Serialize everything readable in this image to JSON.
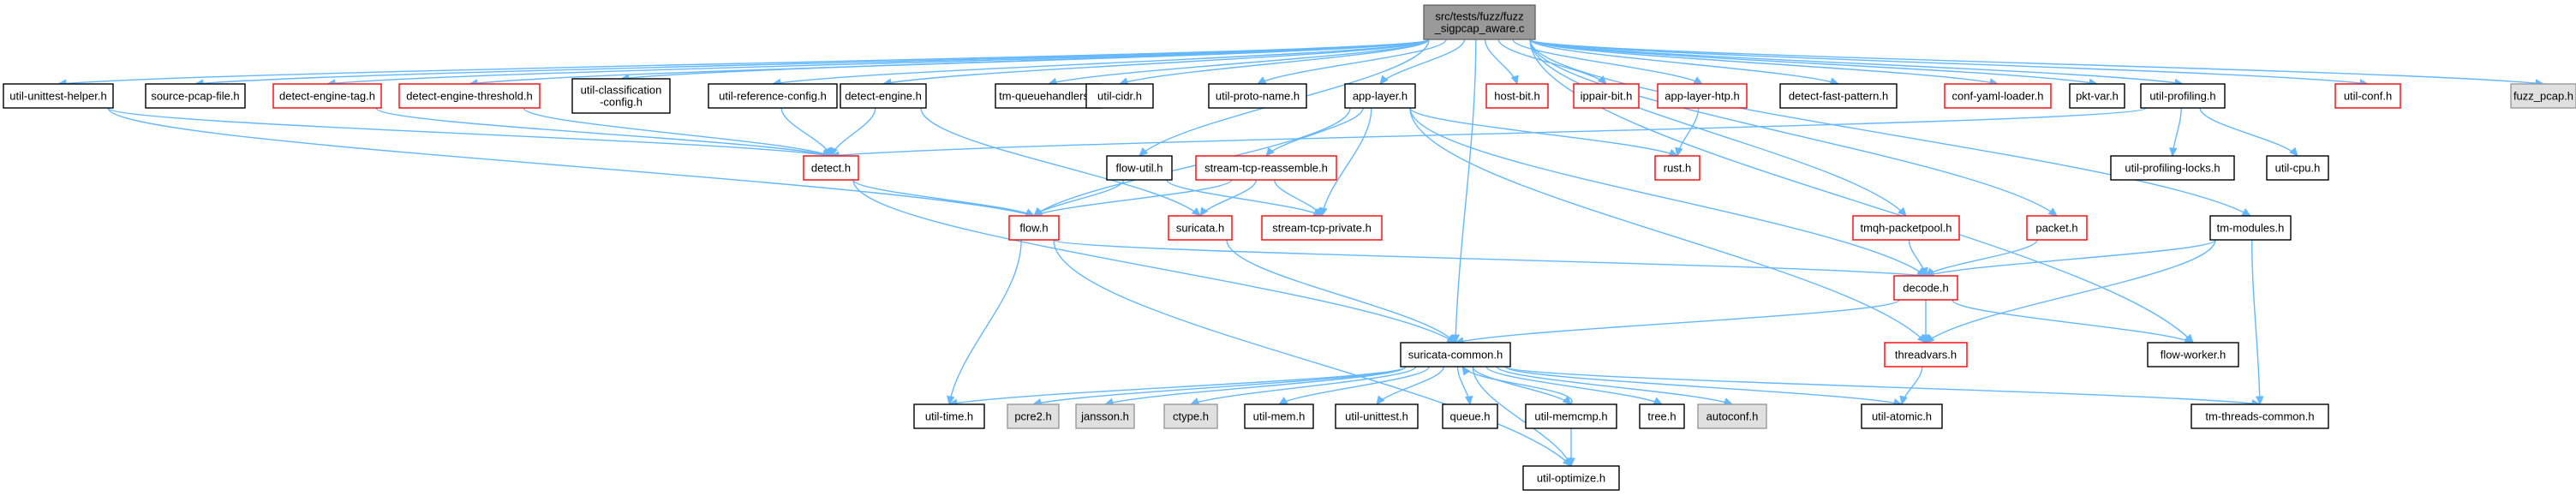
{
  "colors": {
    "edge": "#63b8ff",
    "normal_fill": "#ffffff",
    "normal_stroke": "#000000",
    "missing_stroke": "#ff0000",
    "focus_fill": "#999999",
    "focus_stroke": "#666666",
    "external_fill": "#e0e0e0",
    "external_stroke": "#999999"
  },
  "nodes": [
    {
      "id": "root",
      "lines": [
        "src/tests/fuzz/fuzz",
        "_sigpcap_aware.c"
      ],
      "kind": "focus"
    },
    {
      "id": "unittest_helper",
      "lines": [
        "util-unittest-helper.h"
      ],
      "kind": "normal"
    },
    {
      "id": "source_pcap_file",
      "lines": [
        "source-pcap-file.h"
      ],
      "kind": "normal"
    },
    {
      "id": "detect_engine_tag",
      "lines": [
        "detect-engine-tag.h"
      ],
      "kind": "missing"
    },
    {
      "id": "detect_engine_threshold",
      "lines": [
        "detect-engine-threshold.h"
      ],
      "kind": "missing"
    },
    {
      "id": "util_classification",
      "lines": [
        "util-classification",
        "-config.h"
      ],
      "kind": "normal"
    },
    {
      "id": "util_reference_config",
      "lines": [
        "util-reference-config.h"
      ],
      "kind": "normal"
    },
    {
      "id": "detect_engine",
      "lines": [
        "detect-engine.h"
      ],
      "kind": "normal"
    },
    {
      "id": "tm_queuehandlers",
      "lines": [
        "tm-queuehandlers.h"
      ],
      "kind": "normal"
    },
    {
      "id": "util_cidr",
      "lines": [
        "util-cidr.h"
      ],
      "kind": "normal"
    },
    {
      "id": "util_proto_name",
      "lines": [
        "util-proto-name.h"
      ],
      "kind": "normal"
    },
    {
      "id": "app_layer",
      "lines": [
        "app-layer.h"
      ],
      "kind": "normal"
    },
    {
      "id": "host_bit",
      "lines": [
        "host-bit.h"
      ],
      "kind": "missing"
    },
    {
      "id": "ippair_bit",
      "lines": [
        "ippair-bit.h"
      ],
      "kind": "missing"
    },
    {
      "id": "app_layer_htp",
      "lines": [
        "app-layer-htp.h"
      ],
      "kind": "missing"
    },
    {
      "id": "detect_fast_pattern",
      "lines": [
        "detect-fast-pattern.h"
      ],
      "kind": "normal"
    },
    {
      "id": "conf_yaml_loader",
      "lines": [
        "conf-yaml-loader.h"
      ],
      "kind": "missing"
    },
    {
      "id": "pkt_var",
      "lines": [
        "pkt-var.h"
      ],
      "kind": "normal"
    },
    {
      "id": "util_profiling",
      "lines": [
        "util-profiling.h"
      ],
      "kind": "normal"
    },
    {
      "id": "util_conf",
      "lines": [
        "util-conf.h"
      ],
      "kind": "missing"
    },
    {
      "id": "fuzz_pcap",
      "lines": [
        "fuzz_pcap.h"
      ],
      "kind": "external"
    },
    {
      "id": "detect_h",
      "lines": [
        "detect.h"
      ],
      "kind": "missing"
    },
    {
      "id": "flow_util",
      "lines": [
        "flow-util.h"
      ],
      "kind": "normal"
    },
    {
      "id": "stream_tcp_reassemble",
      "lines": [
        "stream-tcp-reassemble.h"
      ],
      "kind": "missing"
    },
    {
      "id": "rust_h",
      "lines": [
        "rust.h"
      ],
      "kind": "missing"
    },
    {
      "id": "util_profiling_locks",
      "lines": [
        "util-profiling-locks.h"
      ],
      "kind": "normal"
    },
    {
      "id": "util_cpu",
      "lines": [
        "util-cpu.h"
      ],
      "kind": "normal"
    },
    {
      "id": "flow_h",
      "lines": [
        "flow.h"
      ],
      "kind": "missing"
    },
    {
      "id": "suricata_h",
      "lines": [
        "suricata.h"
      ],
      "kind": "missing"
    },
    {
      "id": "stream_tcp_private",
      "lines": [
        "stream-tcp-private.h"
      ],
      "kind": "missing"
    },
    {
      "id": "tmqh_packetpool",
      "lines": [
        "tmqh-packetpool.h"
      ],
      "kind": "missing"
    },
    {
      "id": "packet_h",
      "lines": [
        "packet.h"
      ],
      "kind": "missing"
    },
    {
      "id": "tm_modules",
      "lines": [
        "tm-modules.h"
      ],
      "kind": "normal"
    },
    {
      "id": "decode_h",
      "lines": [
        "decode.h"
      ],
      "kind": "missing"
    },
    {
      "id": "suricata_common",
      "lines": [
        "suricata-common.h"
      ],
      "kind": "normal"
    },
    {
      "id": "threadvars",
      "lines": [
        "threadvars.h"
      ],
      "kind": "missing"
    },
    {
      "id": "flow_worker",
      "lines": [
        "flow-worker.h"
      ],
      "kind": "normal"
    },
    {
      "id": "util_time",
      "lines": [
        "util-time.h"
      ],
      "kind": "normal"
    },
    {
      "id": "pcre2",
      "lines": [
        "pcre2.h"
      ],
      "kind": "external"
    },
    {
      "id": "jansson",
      "lines": [
        "jansson.h"
      ],
      "kind": "external"
    },
    {
      "id": "ctype",
      "lines": [
        "ctype.h"
      ],
      "kind": "external"
    },
    {
      "id": "util_mem",
      "lines": [
        "util-mem.h"
      ],
      "kind": "normal"
    },
    {
      "id": "util_unittest",
      "lines": [
        "util-unittest.h"
      ],
      "kind": "normal"
    },
    {
      "id": "queue",
      "lines": [
        "queue.h"
      ],
      "kind": "normal"
    },
    {
      "id": "util_memcmp",
      "lines": [
        "util-memcmp.h"
      ],
      "kind": "normal"
    },
    {
      "id": "tree",
      "lines": [
        "tree.h"
      ],
      "kind": "normal"
    },
    {
      "id": "autoconf",
      "lines": [
        "autoconf.h"
      ],
      "kind": "external"
    },
    {
      "id": "util_atomic",
      "lines": [
        "util-atomic.h"
      ],
      "kind": "normal"
    },
    {
      "id": "tm_threads_common",
      "lines": [
        "tm-threads-common.h"
      ],
      "kind": "normal"
    },
    {
      "id": "util_optimize",
      "lines": [
        "util-optimize.h"
      ],
      "kind": "normal"
    }
  ],
  "edges": [
    [
      "root",
      "unittest_helper"
    ],
    [
      "root",
      "source_pcap_file"
    ],
    [
      "root",
      "detect_engine_tag"
    ],
    [
      "root",
      "detect_engine_threshold"
    ],
    [
      "root",
      "util_classification"
    ],
    [
      "root",
      "util_reference_config"
    ],
    [
      "root",
      "detect_engine"
    ],
    [
      "root",
      "tm_queuehandlers"
    ],
    [
      "root",
      "util_cidr"
    ],
    [
      "root",
      "util_proto_name"
    ],
    [
      "root",
      "app_layer"
    ],
    [
      "root",
      "host_bit"
    ],
    [
      "root",
      "ippair_bit"
    ],
    [
      "root",
      "app_layer_htp"
    ],
    [
      "root",
      "detect_fast_pattern"
    ],
    [
      "root",
      "conf_yaml_loader"
    ],
    [
      "root",
      "pkt_var"
    ],
    [
      "root",
      "util_profiling"
    ],
    [
      "root",
      "util_conf"
    ],
    [
      "root",
      "fuzz_pcap"
    ],
    [
      "root",
      "flow_util"
    ],
    [
      "root",
      "tmqh_packetpool"
    ],
    [
      "root",
      "packet_h"
    ],
    [
      "root",
      "tm_modules"
    ],
    [
      "root",
      "suricata_common"
    ],
    [
      "root",
      "flow_worker"
    ],
    [
      "unittest_helper",
      "detect_h"
    ],
    [
      "unittest_helper",
      "flow_h"
    ],
    [
      "detect_engine_tag",
      "detect_h"
    ],
    [
      "detect_engine_threshold",
      "detect_h"
    ],
    [
      "util_reference_config",
      "detect_h"
    ],
    [
      "detect_engine",
      "detect_h"
    ],
    [
      "detect_engine",
      "suricata_h"
    ],
    [
      "app_layer",
      "flow_h"
    ],
    [
      "app_layer",
      "stream_tcp_reassemble"
    ],
    [
      "app_layer",
      "stream_tcp_private"
    ],
    [
      "app_layer",
      "rust_h"
    ],
    [
      "app_layer",
      "decode_h"
    ],
    [
      "app_layer",
      "threadvars"
    ],
    [
      "app_layer_htp",
      "rust_h"
    ],
    [
      "util_profiling",
      "detect_h"
    ],
    [
      "util_profiling",
      "util_profiling_locks"
    ],
    [
      "util_profiling",
      "util_cpu"
    ],
    [
      "detect_h",
      "flow_h"
    ],
    [
      "detect_h",
      "suricata_common"
    ],
    [
      "flow_util",
      "flow_h"
    ],
    [
      "flow_util",
      "stream_tcp_private"
    ],
    [
      "stream_tcp_reassemble",
      "flow_h"
    ],
    [
      "stream_tcp_reassemble",
      "suricata_h"
    ],
    [
      "stream_tcp_reassemble",
      "stream_tcp_private"
    ],
    [
      "flow_h",
      "decode_h"
    ],
    [
      "flow_h",
      "util_time"
    ],
    [
      "flow_h",
      "util_optimize"
    ],
    [
      "suricata_h",
      "suricata_common"
    ],
    [
      "tmqh_packetpool",
      "decode_h"
    ],
    [
      "packet_h",
      "decode_h"
    ],
    [
      "tm_modules",
      "decode_h"
    ],
    [
      "tm_modules",
      "threadvars"
    ],
    [
      "tm_modules",
      "tm_threads_common"
    ],
    [
      "decode_h",
      "suricata_common"
    ],
    [
      "decode_h",
      "threadvars"
    ],
    [
      "decode_h",
      "flow_worker"
    ],
    [
      "suricata_common",
      "util_time"
    ],
    [
      "suricata_common",
      "pcre2"
    ],
    [
      "suricata_common",
      "jansson"
    ],
    [
      "suricata_common",
      "ctype"
    ],
    [
      "suricata_common",
      "util_mem"
    ],
    [
      "suricata_common",
      "util_unittest"
    ],
    [
      "suricata_common",
      "queue"
    ],
    [
      "suricata_common",
      "util_memcmp"
    ],
    [
      "suricata_common",
      "tree"
    ],
    [
      "suricata_common",
      "autoconf"
    ],
    [
      "suricata_common",
      "util_atomic"
    ],
    [
      "suricata_common",
      "tm_threads_common"
    ],
    [
      "suricata_common",
      "util_optimize"
    ],
    [
      "util_memcmp",
      "suricata_common"
    ],
    [
      "util_memcmp",
      "util_optimize"
    ],
    [
      "threadvars",
      "util_atomic"
    ]
  ]
}
